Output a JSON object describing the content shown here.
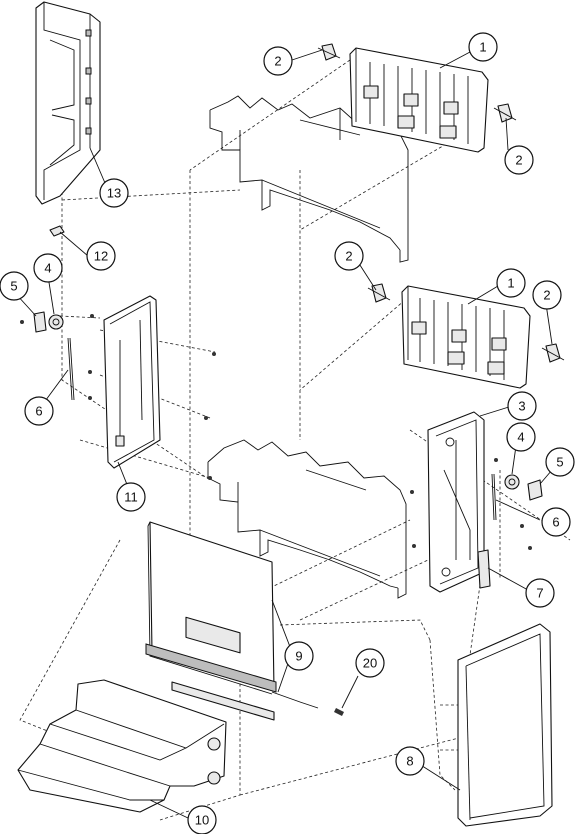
{
  "callouts": [
    {
      "id": "c1a",
      "label": "1"
    },
    {
      "id": "c1b",
      "label": "1"
    },
    {
      "id": "c2a",
      "label": "2"
    },
    {
      "id": "c2b",
      "label": "2"
    },
    {
      "id": "c2c",
      "label": "2"
    },
    {
      "id": "c2d",
      "label": "2"
    },
    {
      "id": "c3",
      "label": "3"
    },
    {
      "id": "c4a",
      "label": "4"
    },
    {
      "id": "c4b",
      "label": "4"
    },
    {
      "id": "c5a",
      "label": "5"
    },
    {
      "id": "c5b",
      "label": "5"
    },
    {
      "id": "c6a",
      "label": "6"
    },
    {
      "id": "c6b",
      "label": "6"
    },
    {
      "id": "c7",
      "label": "7"
    },
    {
      "id": "c8",
      "label": "8"
    },
    {
      "id": "c9",
      "label": "9"
    },
    {
      "id": "c10",
      "label": "10"
    },
    {
      "id": "c11",
      "label": "11"
    },
    {
      "id": "c12",
      "label": "12"
    },
    {
      "id": "c13",
      "label": "13"
    },
    {
      "id": "c20",
      "label": "20"
    }
  ]
}
